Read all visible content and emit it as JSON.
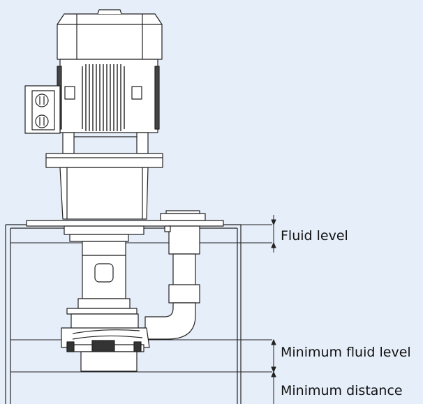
{
  "labels": {
    "fluid_level": "Fluid level",
    "minimum_fluid_level": "Minimum fluid level",
    "minimum_distance": "Minimum distance"
  },
  "colors": {
    "background": "#e6eef9",
    "line": "#222222",
    "fill": "#ffffff"
  }
}
